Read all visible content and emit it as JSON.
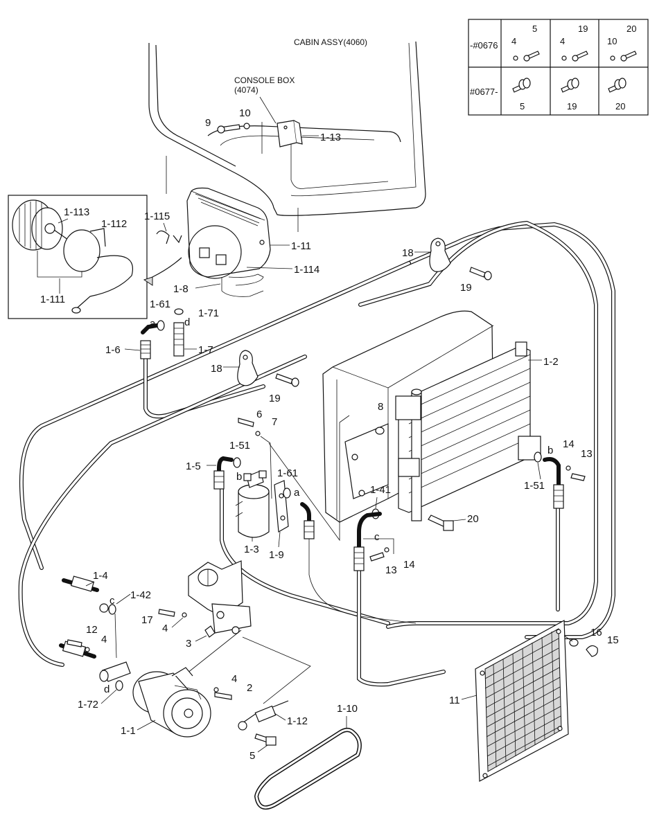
{
  "titles": {
    "cabin": "CABIN ASSY(4060)",
    "console_line1": "CONSOLE BOX",
    "console_line2": "(4074)"
  },
  "serial_table": {
    "row1_label": "-#0676",
    "row2_label": "#0677-",
    "row1": [
      {
        "a": "4",
        "b": "5"
      },
      {
        "a": "4",
        "b": "19"
      },
      {
        "a": "10",
        "b": "20"
      }
    ],
    "row2": [
      "5",
      "19",
      "20"
    ]
  },
  "labels": {
    "p1_13": "1-13",
    "p9": "9",
    "p10": "10",
    "p1_113": "1-113",
    "p1_112": "1-112",
    "p1_111": "1-111",
    "p1_115": "1-115",
    "p1_11": "1-11",
    "p1_114": "1-114",
    "p1_8": "1-8",
    "p18a": "18",
    "p19a": "19",
    "p18b": "18",
    "p19b": "19",
    "p1_61a": "1-61",
    "p1_71": "1-71",
    "la": "a",
    "ld": "d",
    "p1_6": "1-6",
    "p1_7": "1-7",
    "p1_2": "1-2",
    "p8": "8",
    "p6": "6",
    "p7": "7",
    "p1_51a": "1-51",
    "p1_5": "1-5",
    "lb": "b",
    "p1_61b": "1-61",
    "la2": "a",
    "p1_3": "1-3",
    "p1_9": "1-9",
    "p1_41": "1-41",
    "p20": "20",
    "lb2": "b",
    "p14a": "14",
    "p13a": "13",
    "p1_51b": "1-51",
    "lc": "c",
    "p13b": "13",
    "p14b": "14",
    "p1_4": "1-4",
    "lc2": "c",
    "p1_42": "1-42",
    "p17": "17",
    "p4a": "4",
    "p3": "3",
    "p12": "12",
    "p4b": "4",
    "p4c": "4",
    "p2": "2",
    "ld2": "d",
    "p1_72": "1-72",
    "p1_1": "1-1",
    "p1_12": "1-12",
    "p5": "5",
    "p1_10": "1-10",
    "p16": "16",
    "p15": "15",
    "p11": "11"
  }
}
